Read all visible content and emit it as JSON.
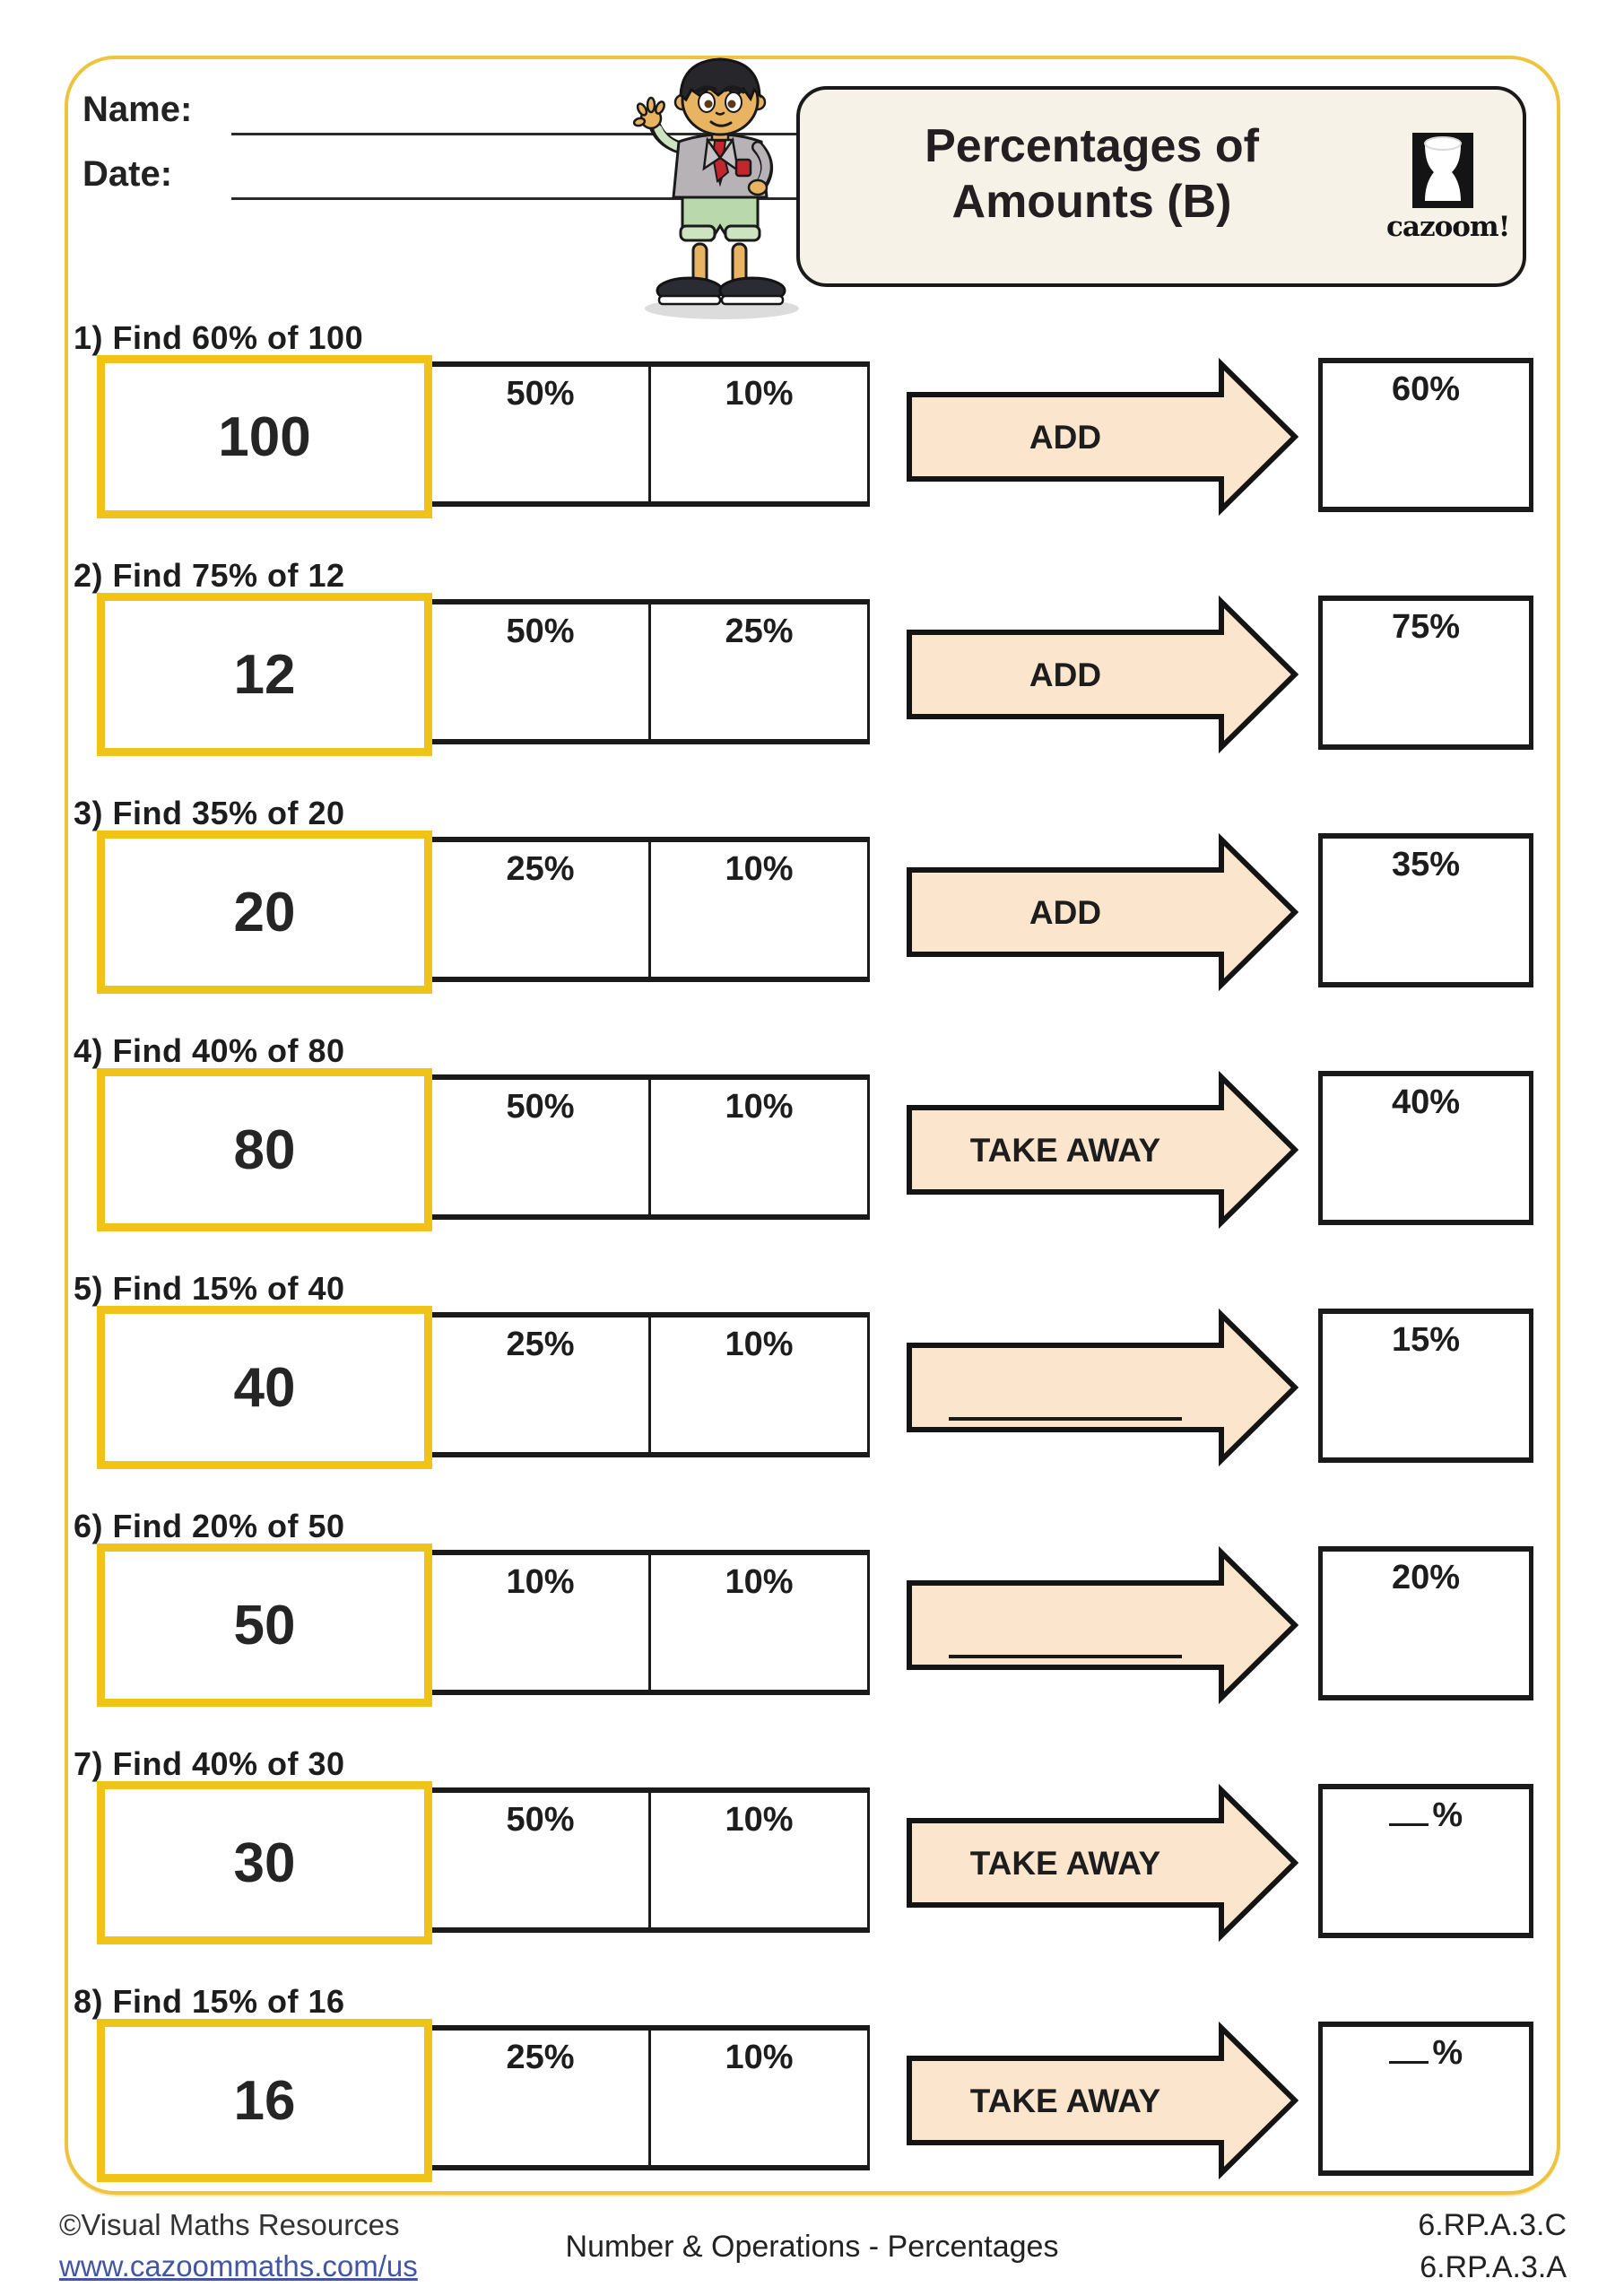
{
  "header": {
    "name_label": "Name:",
    "date_label": "Date:",
    "title_line1": "Percentages of",
    "title_line2": "Amounts (B)",
    "logo_text": "cazoom!"
  },
  "questions": [
    {
      "label": "1) Find 60% of 100",
      "amount": "100",
      "left_cell": "50%",
      "right_cell": "10%",
      "arrow_label": "ADD",
      "arrow_blank": false,
      "target_label": "60%",
      "target_blank": false
    },
    {
      "label": "2) Find 75% of 12",
      "amount": "12",
      "left_cell": "50%",
      "right_cell": "25%",
      "arrow_label": "ADD",
      "arrow_blank": false,
      "target_label": "75%",
      "target_blank": false
    },
    {
      "label": "3) Find 35% of 20",
      "amount": "20",
      "left_cell": "25%",
      "right_cell": "10%",
      "arrow_label": "ADD",
      "arrow_blank": false,
      "target_label": "35%",
      "target_blank": false
    },
    {
      "label": "4) Find 40% of 80",
      "amount": "80",
      "left_cell": "50%",
      "right_cell": "10%",
      "arrow_label": "TAKE AWAY",
      "arrow_blank": false,
      "target_label": "40%",
      "target_blank": false
    },
    {
      "label": "5) Find 15% of 40",
      "amount": "40",
      "left_cell": "25%",
      "right_cell": "10%",
      "arrow_label": "",
      "arrow_blank": true,
      "target_label": "15%",
      "target_blank": false
    },
    {
      "label": "6) Find 20% of 50",
      "amount": "50",
      "left_cell": "10%",
      "right_cell": "10%",
      "arrow_label": "",
      "arrow_blank": true,
      "target_label": "20%",
      "target_blank": false
    },
    {
      "label": "7) Find 40% of 30",
      "amount": "30",
      "left_cell": "50%",
      "right_cell": "10%",
      "arrow_label": "TAKE AWAY",
      "arrow_blank": false,
      "target_label": "",
      "target_blank": true,
      "target_suffix": "%"
    },
    {
      "label": "8) Find 15% of 16",
      "amount": "16",
      "left_cell": "25%",
      "right_cell": "10%",
      "arrow_label": "TAKE AWAY",
      "arrow_blank": false,
      "target_label": "",
      "target_blank": true,
      "target_suffix": "%"
    }
  ],
  "footer": {
    "copyright": "©Visual Maths Resources",
    "link": "www.cazoommaths.com/us",
    "center": "Number & Operations - Percentages",
    "standard_1": "6.RP.A.3.C",
    "standard_2": "6.RP.A.3.A"
  },
  "colors": {
    "page_border": "#eec43e",
    "amount_border": "#f0c318",
    "arrow_fill": "#fce5cd",
    "title_bg": "#f6f2e8",
    "link_blue": "#4356a5",
    "ink": "#1a1a1a"
  }
}
